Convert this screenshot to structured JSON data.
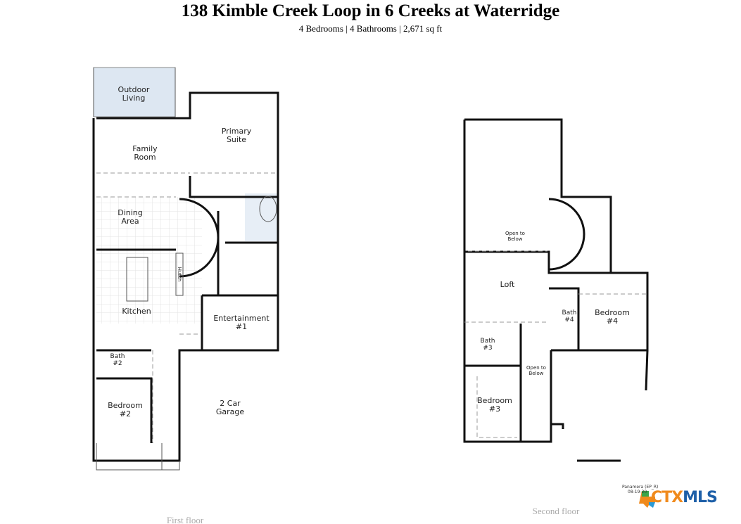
{
  "header": {
    "title": "138 Kimble Creek Loop in 6 Creeks at Waterridge",
    "subtitle": "4 Bedrooms | 4 Bathrooms | 2,671 sq ft"
  },
  "first_floor": {
    "caption": "First floor",
    "rooms": {
      "outdoor_1": "Outdoor",
      "outdoor_2": "Living",
      "primary_1": "Primary",
      "primary_2": "Suite",
      "family_1": "Family",
      "family_2": "Room",
      "dining_1": "Dining",
      "dining_2": "Area",
      "kitchen": "Kitchen",
      "hutch": "Hutch",
      "ent_1": "Entertainment",
      "ent_2": "#1",
      "bath2_1": "Bath",
      "bath2_2": "#2",
      "bed2_1": "Bedroom",
      "bed2_2": "#2",
      "garage_1": "2 Car",
      "garage_2": "Garage"
    }
  },
  "second_floor": {
    "caption": "Second floor",
    "rooms": {
      "open1_1": "Open to",
      "open1_2": "Below",
      "loft": "Loft",
      "bath4_1": "Bath",
      "bath4_2": "#4",
      "bed4_1": "Bedroom",
      "bed4_2": "#4",
      "bath3_1": "Bath",
      "bath3_2": "#3",
      "open2_1": "Open to",
      "open2_2": "Below",
      "bed3_1": "Bedroom",
      "bed3_2": "#3"
    }
  },
  "footer": {
    "plan_name": "Panamera (EP_R)",
    "plan_date": "08-19-20",
    "logo_c": "CTX",
    "logo_m": "MLS"
  },
  "colors": {
    "outdoor": "#dde7f2",
    "tile_grid": "#e3e3e3",
    "logo_orange": "#f08a1c",
    "logo_blue": "#1d5fa8"
  }
}
